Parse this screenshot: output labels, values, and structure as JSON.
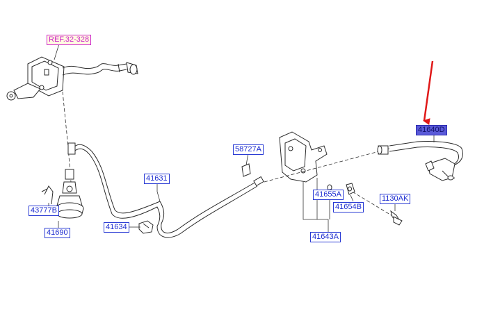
{
  "colors": {
    "line": "#2b2b2b",
    "leader": "#333333",
    "label_border": "#2a3bd4",
    "label_text": "#1b2bd0",
    "ref_color": "#cc22cc",
    "highlight_bg": "#5a5ad8",
    "arrow": "#e01818"
  },
  "callouts": {
    "ref": "REF.32-328",
    "p41640D": "41640D",
    "p58727A": "58727A",
    "p41631": "41631",
    "p41655A": "41655A",
    "p41654B": "41654B",
    "p1130AK": "1130AK",
    "p43777B": "43777B",
    "p41690": "41690",
    "p41634": "41634",
    "p41643A": "41643A"
  },
  "highlighted_part": "41640D"
}
